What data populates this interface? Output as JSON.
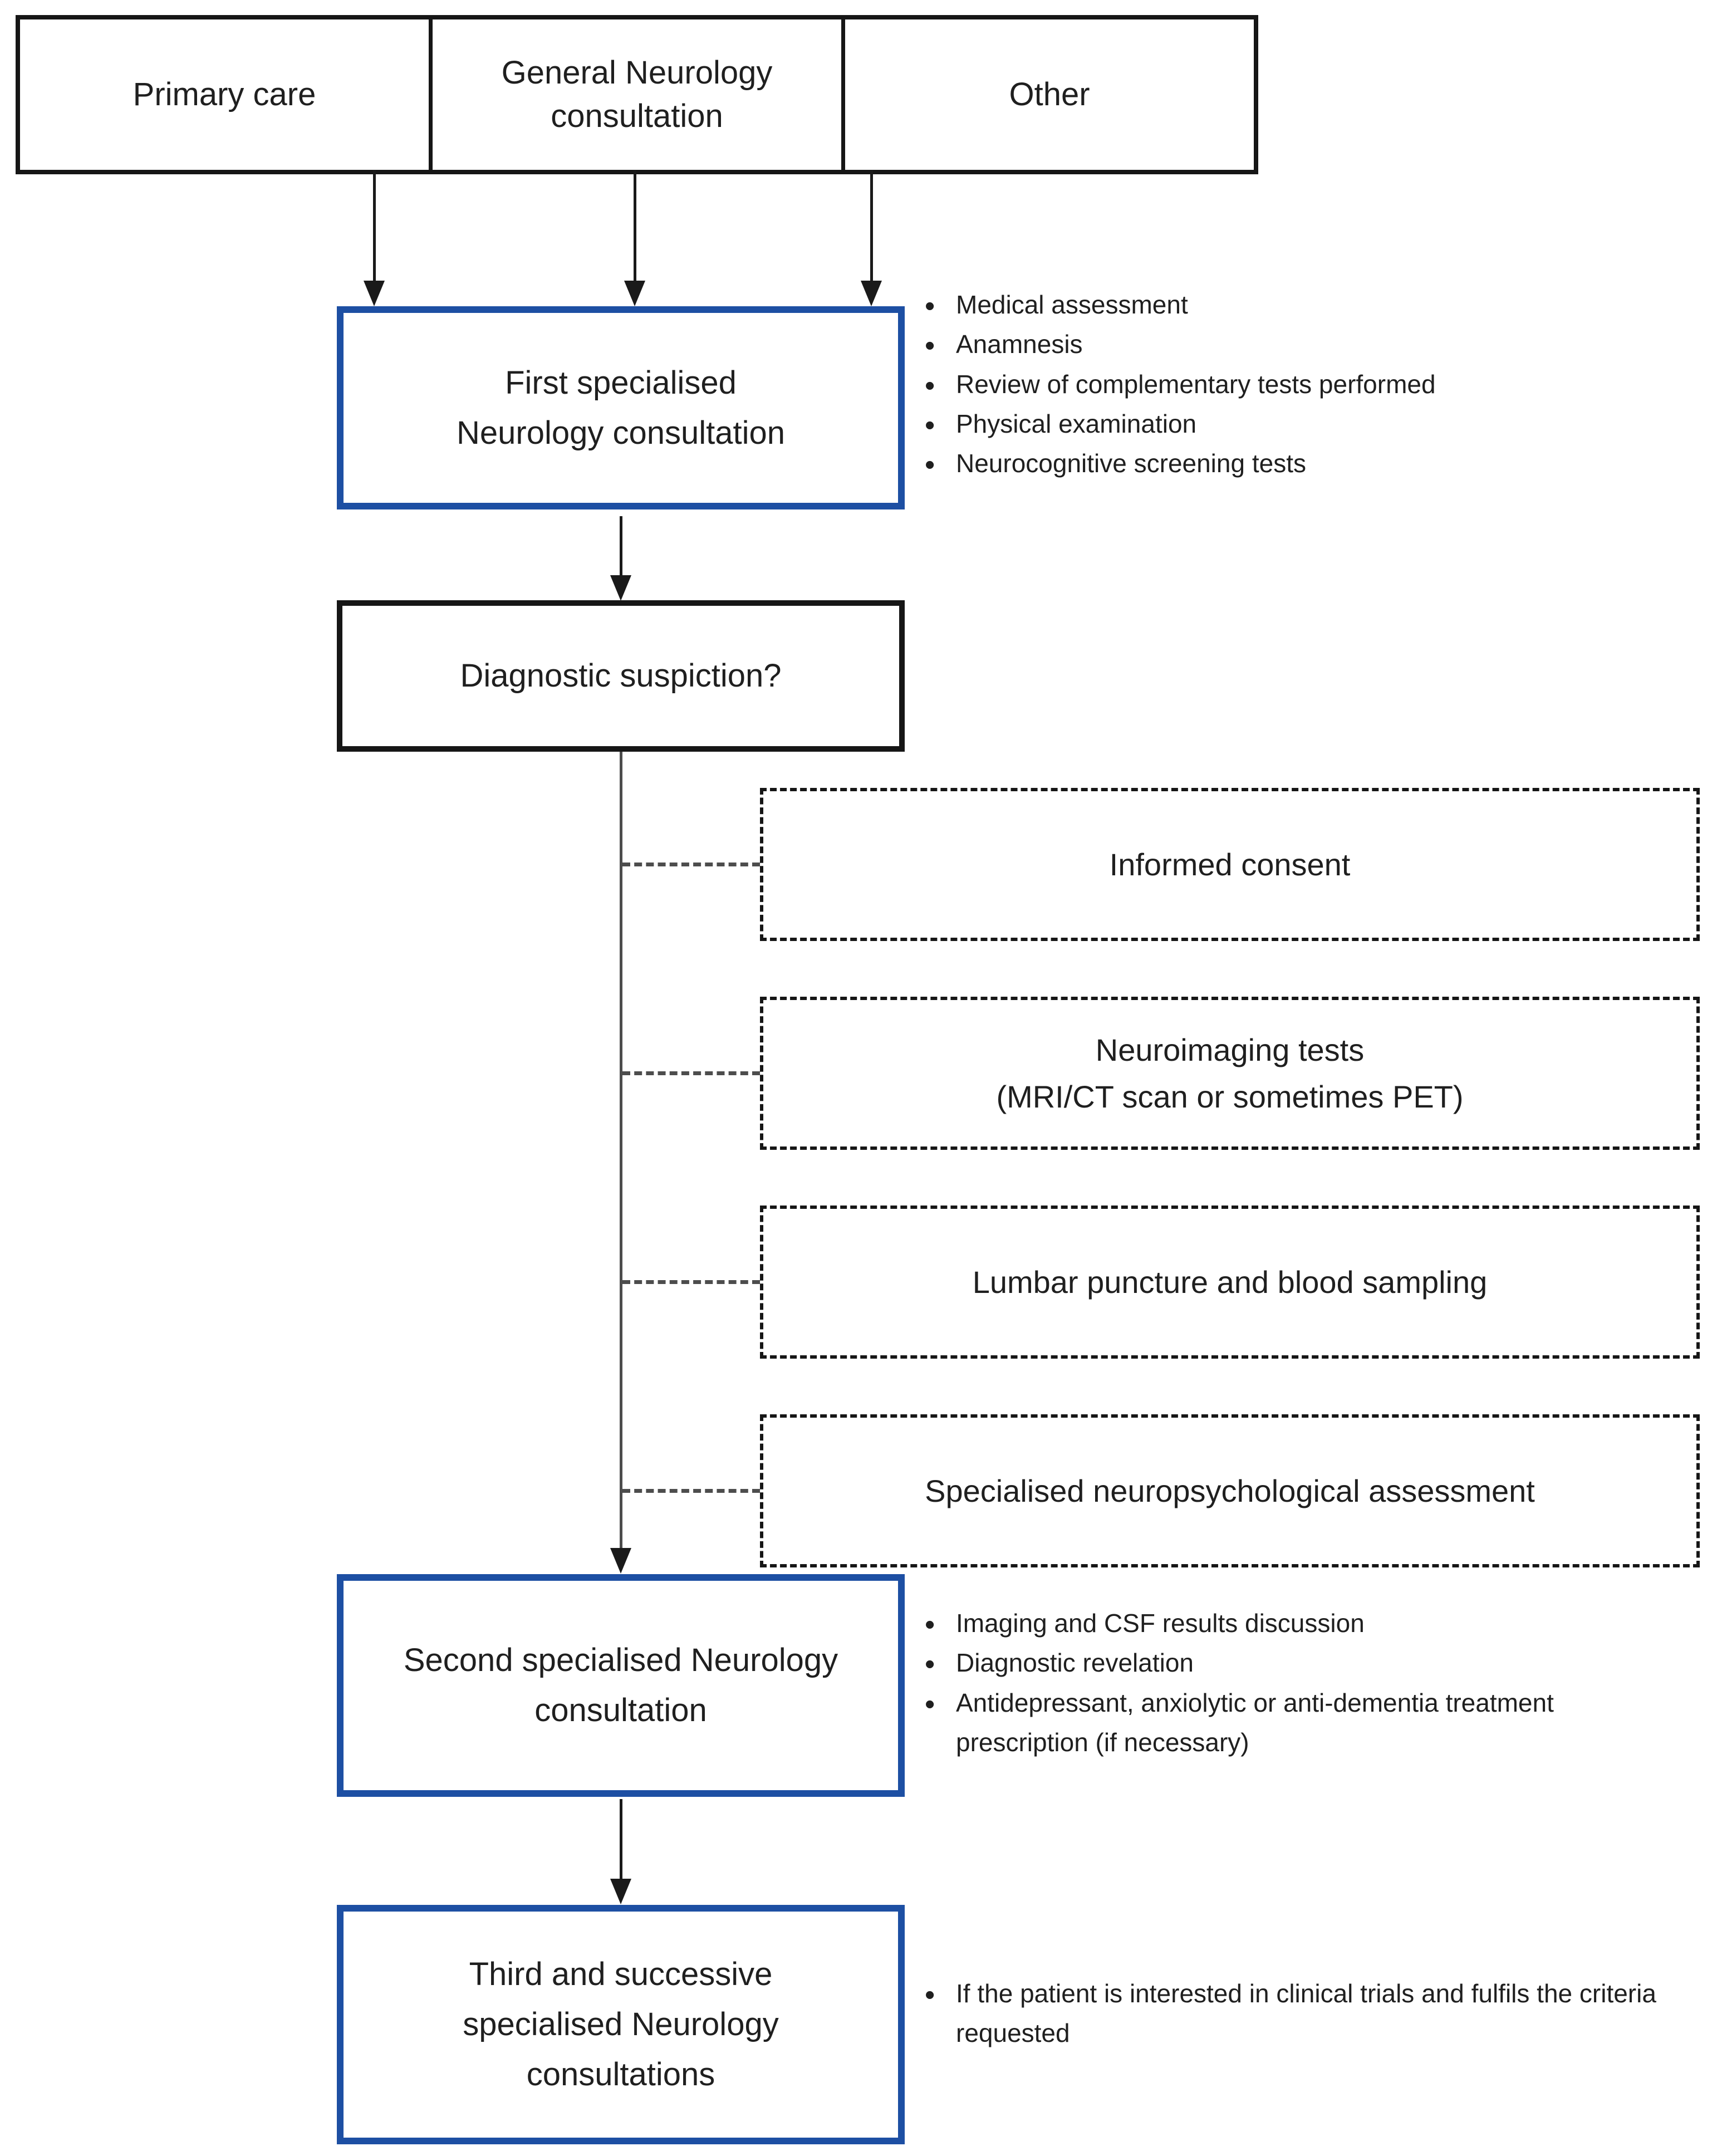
{
  "sources": [
    {
      "label": "Primary care"
    },
    {
      "label": "General Neurology\nconsultation"
    },
    {
      "label": "Other"
    }
  ],
  "first_consultation": {
    "label": "First specialised\nNeurology consultation",
    "bullets": [
      "Medical assessment",
      "Anamnesis",
      "Review of complementary tests performed",
      "Physical examination",
      "Neurocognitive screening tests"
    ]
  },
  "diagnostic": {
    "label": "Diagnostic suspiction?"
  },
  "procedures": [
    {
      "label": "Informed consent"
    },
    {
      "label": "Neuroimaging tests\n(MRI/CT scan or sometimes PET)"
    },
    {
      "label": "Lumbar puncture and blood sampling"
    },
    {
      "label": "Specialised neuropsychological assessment"
    }
  ],
  "second_consultation": {
    "label": "Second specialised Neurology\nconsultation",
    "bullets": [
      "Imaging and CSF results discussion",
      "Diagnostic revelation",
      "Antidepressant, anxiolytic or anti-dementia treatment prescription (if necessary)"
    ]
  },
  "third_consultation": {
    "label": "Third and successive\nspecialised Neurology\nconsultations",
    "bullets": [
      "If the patient is interested in clinical trials and fulfils the criteria requested"
    ]
  },
  "colors": {
    "accent_blue": "#1d4fa3",
    "outline_black": "#161616",
    "connector_gray": "#4d4d4d",
    "text": "#1f1f1f"
  }
}
